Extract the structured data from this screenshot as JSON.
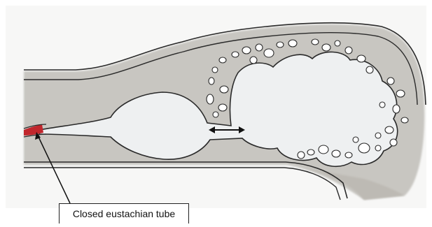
{
  "callout": {
    "label": "Closed eustachian tube"
  },
  "colors": {
    "background": "#ffffff",
    "wall_fill": "#c8c6c1",
    "lumen_fill": "#eef0f1",
    "outline": "#2a2a2a",
    "eustachian_tube_highlight": "#c1272d"
  },
  "icons": {
    "width_arrow": "double-headed-arrow",
    "air_cells": "mastoid-air-cells"
  }
}
